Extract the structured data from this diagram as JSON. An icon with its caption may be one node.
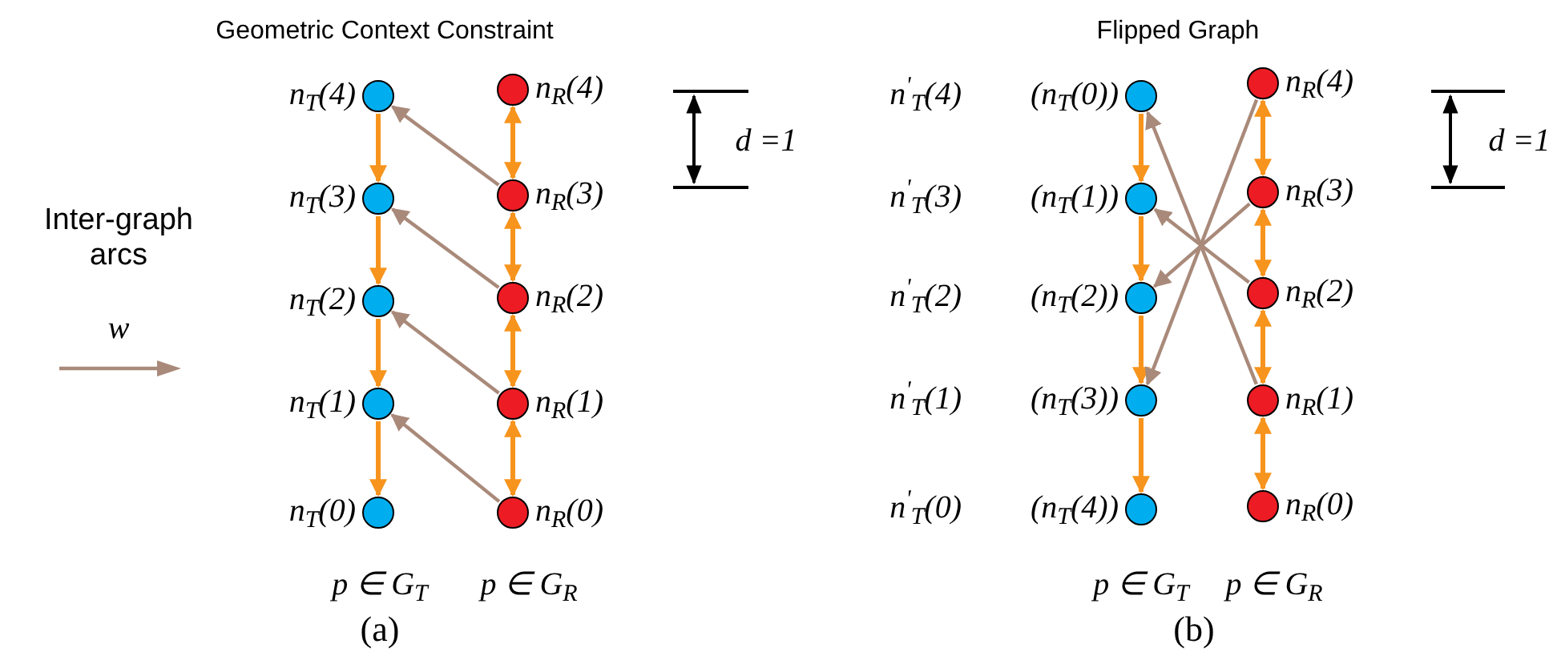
{
  "diagram": {
    "nodes": [
      {
        "text": [],
        "shape": "circle",
        "beside": [
          "n$_{T}$(4)"
        ]
      },
      {
        "text": [],
        "shape": "circle",
        "beside": [
          "n$_{T}$(3)"
        ]
      },
      {
        "text": [],
        "shape": "circle",
        "beside": [
          "n$_{T}$(2)"
        ]
      },
      {
        "text": [],
        "shape": "circle",
        "beside": [
          "n$_{T}$(1)"
        ]
      },
      {
        "text": [],
        "shape": "circle",
        "beside": [
          "n$_{T}$(0)"
        ]
      },
      {
        "text": [],
        "shape": "circle",
        "beside": [
          "n$_{R}$(4)"
        ]
      },
      {
        "text": [],
        "shape": "circle",
        "beside": [
          "n$_{R}$(3)"
        ]
      },
      {
        "text": [],
        "shape": "circle",
        "beside": [
          "n$_{R}$(2)"
        ]
      },
      {
        "text": [],
        "shape": "circle",
        "beside": [
          "n$_{R}$(1)"
        ]
      },
      {
        "text": [],
        "shape": "circle",
        "beside": [
          "n$_{R}$(0)"
        ]
      },
      {
        "text": [],
        "shape": "circle",
        "beside": [
          "n$^{'}$$_{T}$(4)",
          "(n$_{T}$(0))"
        ]
      },
      {
        "text": [],
        "shape": "circle",
        "beside": [
          "n$^{'}$$_{T}$(3)",
          "(n$_{T}$(1))"
        ]
      },
      {
        "text": [],
        "shape": "circle",
        "beside": [
          "n$^{'}$$_{T}$(2)",
          "(n$_{T}$(2))"
        ]
      },
      {
        "text": [],
        "shape": "circle",
        "beside": [
          "n$^{'}$$_{T}$(1)",
          "(n$_{T}$(3))"
        ]
      },
      {
        "text": [],
        "shape": "circle",
        "beside": [
          "n$^{'}$$_{T}$(0)",
          "(n$_{T}$(4))"
        ]
      },
      {
        "text": [],
        "shape": "circle",
        "beside": [
          "n$_{R}$(4)"
        ]
      },
      {
        "text": [],
        "shape": "circle",
        "beside": [
          "n$_{R}$(3)"
        ]
      },
      {
        "text": [],
        "shape": "circle",
        "beside": [
          "n$_{R}$(2)"
        ]
      },
      {
        "text": [],
        "shape": "circle",
        "beside": [
          "n$_{R}$(1)"
        ]
      },
      {
        "text": [],
        "shape": "circle",
        "beside": [
          "n$_{R}$(0)"
        ]
      }
    ],
    "edges": [
      {
        "from": 0,
        "to": 1,
        "arrow": "to"
      },
      {
        "from": 1,
        "to": 2,
        "arrow": "to"
      },
      {
        "from": 2,
        "to": 3,
        "arrow": "to"
      },
      {
        "from": 3,
        "to": 4,
        "arrow": "to"
      },
      {
        "from": 5,
        "to": 6,
        "arrow": "both"
      },
      {
        "from": 6,
        "to": 7,
        "arrow": "both"
      },
      {
        "from": 7,
        "to": 8,
        "arrow": "both"
      },
      {
        "from": 8,
        "to": 9,
        "arrow": "both"
      },
      {
        "from": 6,
        "to": 0,
        "arrow": "to",
        "color": "#a98a7a"
      },
      {
        "from": 7,
        "to": 1,
        "arrow": "to",
        "color": "#a98a7a"
      },
      {
        "from": 8,
        "to": 2,
        "arrow": "to",
        "color": "#a98a7a"
      },
      {
        "from": 9,
        "to": 3,
        "arrow": "to",
        "color": "#a98a7a"
      },
      {
        "from": 10,
        "to": 11,
        "arrow": "to"
      },
      {
        "from": 11,
        "to": 12,
        "arrow": "to"
      },
      {
        "from": 12,
        "to": 13,
        "arrow": "to"
      },
      {
        "from": 13,
        "to": 14,
        "arrow": "to"
      },
      {
        "from": 15,
        "to": 16,
        "arrow": "both"
      },
      {
        "from": 16,
        "to": 17,
        "arrow": "both"
      },
      {
        "from": 17,
        "to": 18,
        "arrow": "both"
      },
      {
        "from": 18,
        "to": 19,
        "arrow": "both"
      },
      {
        "from": 15,
        "to": 13,
        "arrow": "to",
        "color": "#a98a7a"
      },
      {
        "from": 16,
        "to": 12,
        "arrow": "to",
        "color": "#a98a7a"
      },
      {
        "from": 17,
        "to": 11,
        "arrow": "to",
        "color": "#a98a7a"
      },
      {
        "from": 18,
        "to": 10,
        "arrow": "to",
        "color": "#a98a7a"
      }
    ],
    "labels": [
      "Geometric Context Constraint",
      "Flipped Graph",
      "d =1",
      "d =1",
      "p ∈ G$_{T}$",
      "p ∈ G$_{R}$",
      "(a)",
      "p ∈ G$_{T}$",
      "p ∈ G$_{R}$",
      "(b)",
      "w"
    ],
    "legend": [
      {
        "text": "Inter-graph arcs"
      }
    ]
  }
}
